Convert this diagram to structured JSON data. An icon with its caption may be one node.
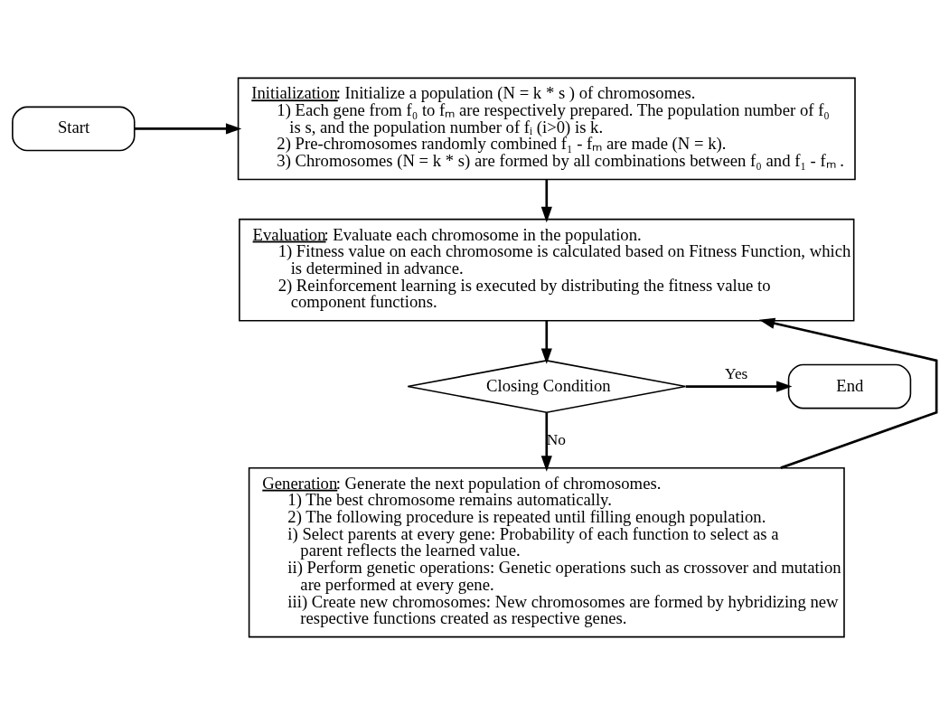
{
  "diagram": {
    "nodes": [
      {
        "text": [
          "Start"
        ]
      },
      {
        "text": [
          "Initialization: Initialize a population (N = k * s ) of chromosomes.",
          "1) Each gene from f₀ to fₘ are respectively prepared. The population number of f₀ is s, and the population number of fᵢ (i>0) is k.",
          "2) Pre-chromosomes randomly combined f₁ - fₘ are made (N = k).",
          "3) Chromosomes (N = k * s) are formed by all combinations between f₀ and f₁ - fₘ ."
        ]
      },
      {
        "text": [
          "Evaluation: Evaluate each chromosome in the population.",
          "1) Fitness value on each chromosome is calculated based on Fitness Function, which is determined in advance.",
          "2) Reinforcement learning is executed by distributing the fitness value to component functions."
        ]
      },
      {
        "text": [
          "Closing Condition"
        ]
      },
      {
        "text": [
          "End"
        ]
      },
      {
        "text": [
          "Generation: Generate the next population of chromosomes.",
          "1) The best chromosome remains automatically.",
          "2) The following procedure is repeated until filling enough population.",
          "i) Select parents at every gene: Probability of each function to select as a parent reflects the learned value.",
          "ii) Perform genetic operations: Genetic operations such as crossover and mutation are performed at every gene.",
          "iii) Create new chromosomes: New chromosomes are formed by hybridizing new respective functions created as respective genes."
        ]
      }
    ],
    "edges": [
      {
        "from": 0,
        "to": 1,
        "arrow": "to"
      },
      {
        "from": 1,
        "to": 2,
        "arrow": "to"
      },
      {
        "from": 2,
        "to": 3,
        "arrow": "to"
      },
      {
        "from": 3,
        "to": 4,
        "arrow": "to",
        "label": "Yes"
      },
      {
        "from": 3,
        "to": 5,
        "arrow": "to",
        "label": "No"
      },
      {
        "from": 5,
        "to": 2,
        "arrow": "to"
      }
    ]
  }
}
